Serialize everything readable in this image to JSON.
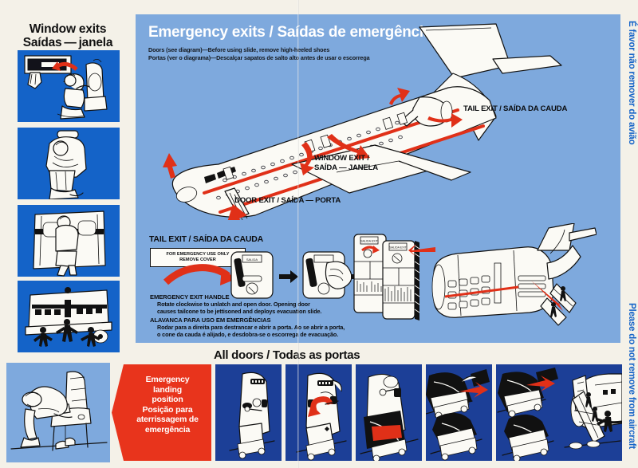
{
  "meta": {
    "doc_type": "airline-safety-card",
    "colors": {
      "card_bg": "#f4f1e8",
      "panel_light_blue": "#7ea9dd",
      "panel_bright_blue": "#1463c8",
      "panel_navy_blue": "#1c3f97",
      "accent_red": "#e8341c",
      "text_dark": "#0b0d10",
      "text_white": "#ffffff"
    }
  },
  "left_column": {
    "title_en": "Window exits",
    "title_pt": "Saídas — janela",
    "panels": [
      {
        "name": "panel-remove-window-hatch",
        "caption": "passenger pulls window exit hatch free from frame"
      },
      {
        "name": "panel-hold-hatch",
        "caption": "passenger holds removed hatch cover"
      },
      {
        "name": "panel-step-through",
        "caption": "passenger steps through window opening onto wing"
      },
      {
        "name": "panel-exit-over-wing",
        "caption": "passengers evacuate across the wing away from aircraft"
      }
    ]
  },
  "main": {
    "title": "Emergency exits / Saídas de emergência",
    "subtitle_en": "Doors (see diagram)—Before using slide, remove high-heeled shoes",
    "subtitle_pt": "Portas (ver o diagrama)—Descalçar sapatos de salto alto antes de usar o escorrega",
    "callouts": {
      "tail_exit": "TAIL EXIT / SAÍDA DA CAUDA",
      "window_exit_l1": "WINDOW EXIT /",
      "window_exit_l2": "SAÍDA — JANELA",
      "door_exit": "DOOR EXIT / SAÍDA — PORTA"
    },
    "tail_section": {
      "heading": "TAIL EXIT / SAÍDA DA CAUDA",
      "placard_line1": "FOR EMERGENCY USE ONLY",
      "placard_line2": "REMOVE COVER",
      "instruction_heading_en": "EMERGENCY EXIT HANDLE",
      "instruction_body_en_l1": "Rotate clockwise to unlatch and open door. Opening door",
      "instruction_body_en_l2": "causes tailcone to be jettisoned and deploys evacuation slide.",
      "instruction_heading_pt": "ALAVANCA PARA USO EM EMERGÊNCIAS",
      "instruction_body_pt_l1": "Rodar para a direita para destrancar e abrir a porta. Ao se abrir a porta,",
      "instruction_body_pt_l2": "o cone da cauda é alijado, e desdobra-se o escorrega de evacuação.",
      "door_placard_label": "SALIDA EXIT"
    }
  },
  "bottom": {
    "title": "All doors / Todas as portas",
    "landing_panel": {
      "name": "brace-position-illustration",
      "caption": "passenger braced forward over lap, shoes removed beside seat"
    },
    "red_arrow": {
      "line1": "Emergency",
      "line2": "landing",
      "line3": "position",
      "line4": "Posição para",
      "line5": "aterrissagem de",
      "line6": "emergência"
    },
    "panels": [
      {
        "name": "door-step-1",
        "caption": "closed cabin door with handle and viewing window"
      },
      {
        "name": "door-step-2",
        "caption": "rotate door handle in direction of red arrow"
      },
      {
        "name": "door-step-3",
        "caption": "push door outward to open"
      },
      {
        "name": "door-step-4",
        "caption": "door swings fully open, slide girt bar engaged"
      },
      {
        "name": "door-step-5",
        "caption": "pull red manual inflation handle if slide does not inflate"
      },
      {
        "name": "door-step-6",
        "caption": "passengers evacuate down inflated escape slide"
      }
    ]
  },
  "vertical_notices": {
    "top_pt": "É favor não remover do avião",
    "bottom_en": "Please do not remove from aircraft"
  }
}
